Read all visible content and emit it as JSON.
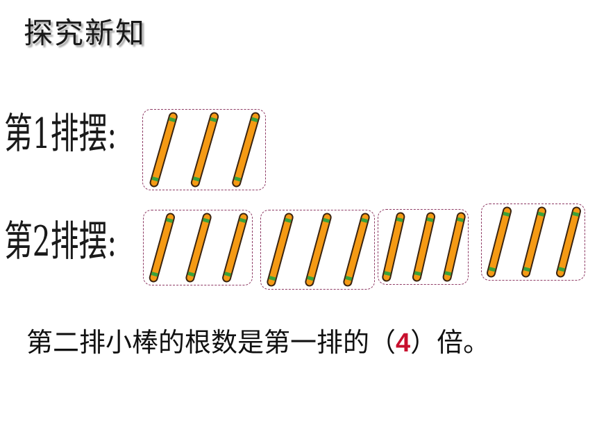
{
  "title": "探究新知",
  "row1": {
    "label": "第1排摆:",
    "groups": 1,
    "sticks_per_group": 3
  },
  "row2": {
    "label": "第2排摆:",
    "groups": 4,
    "sticks_per_group": 3
  },
  "sentence": {
    "before": "第二排小棒的根数是第一排的（",
    "answer": "4",
    "after": "）倍。"
  },
  "colors": {
    "stick_body": "#f59a14",
    "stick_outline": "#3a2410",
    "stick_band": "#3aa23a",
    "group_border": "#8e3a64",
    "answer": "#c8102e"
  }
}
